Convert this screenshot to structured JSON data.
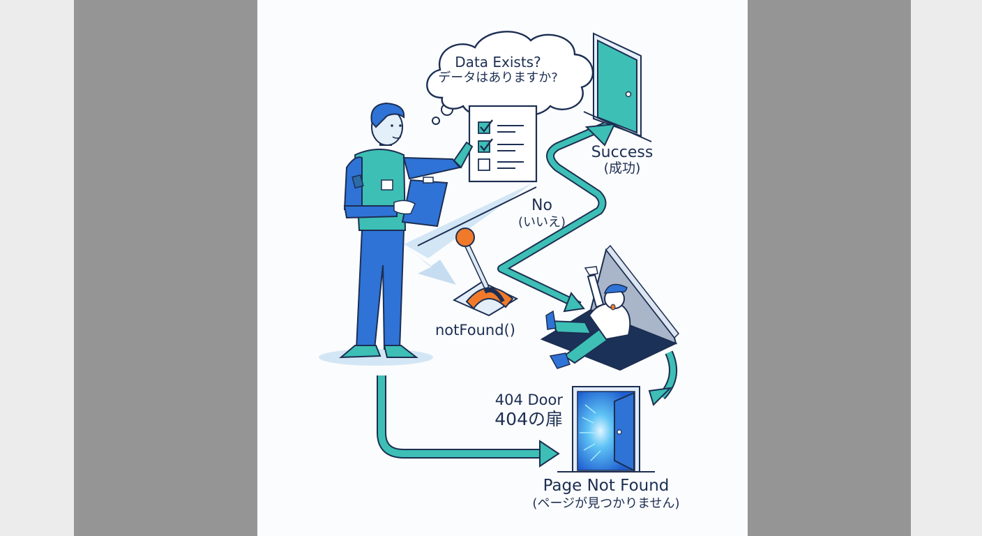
{
  "diagram": {
    "title": "404 Not Found flow illustration",
    "colors": {
      "ink": "#1c2e52",
      "teal": "#3dbfb5",
      "blue": "#2f73d6",
      "orange": "#f07a2a",
      "light_blue": "#d3e6f5",
      "canvas": "#fbfcfd",
      "side_gray": "#959595",
      "outer": "#ececec"
    },
    "nodes": {
      "question": {
        "shape": "thought-cloud",
        "label_en": "Data Exists?",
        "label_jp": "データはありますか?"
      },
      "checklist": {
        "shape": "checklist-document",
        "items": [
          {
            "checked": true
          },
          {
            "checked": true
          },
          {
            "checked": false
          }
        ]
      },
      "success": {
        "shape": "teal-door",
        "label_en": "Success",
        "label_jp": "(成功)"
      },
      "no_branch": {
        "label_en": "No",
        "label_jp": "(いいえ)"
      },
      "lever": {
        "shape": "orange-lever",
        "label": "notFound()"
      },
      "trapdoor": {
        "shape": "trapdoor-with-falling-person"
      },
      "door_404": {
        "shape": "glowing-blue-door",
        "label_en": "404 Door",
        "label_jp": "404の扉"
      },
      "page_not_found": {
        "label_en": "Page Not Found",
        "label_jp": "(ページが見つかりません)"
      },
      "inspector": {
        "shape": "person-with-clipboard"
      }
    },
    "edges": [
      {
        "from": "checklist",
        "to": "success",
        "style": "teal-zigzag-arrow"
      },
      {
        "from": "checklist",
        "to": "trapdoor",
        "label": "No (いいえ)",
        "style": "teal-zigzag-arrow"
      },
      {
        "from": "checklist",
        "to": "lever",
        "style": "light-blue-arrow"
      },
      {
        "from": "trapdoor",
        "to": "door_404",
        "style": "teal-curved-arrow"
      },
      {
        "from": "inspector",
        "to": "door_404",
        "style": "teal-elbow-arrow"
      }
    ]
  }
}
